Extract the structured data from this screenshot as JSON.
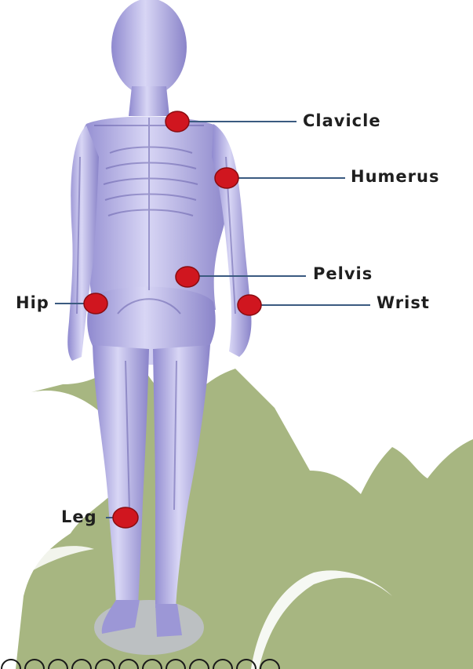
{
  "labels": {
    "clavicle": "Clavicle",
    "humerus": "Humerus",
    "pelvis": "Pelvis",
    "wrist": "Wrist",
    "hip": "Hip",
    "leg": "Leg"
  },
  "colors": {
    "marker": "#d0161f",
    "leader_line": "#3a5a80",
    "leaf": "#a7b681",
    "body": "#b6b2e6",
    "body_shadow": "#7e77bd"
  }
}
